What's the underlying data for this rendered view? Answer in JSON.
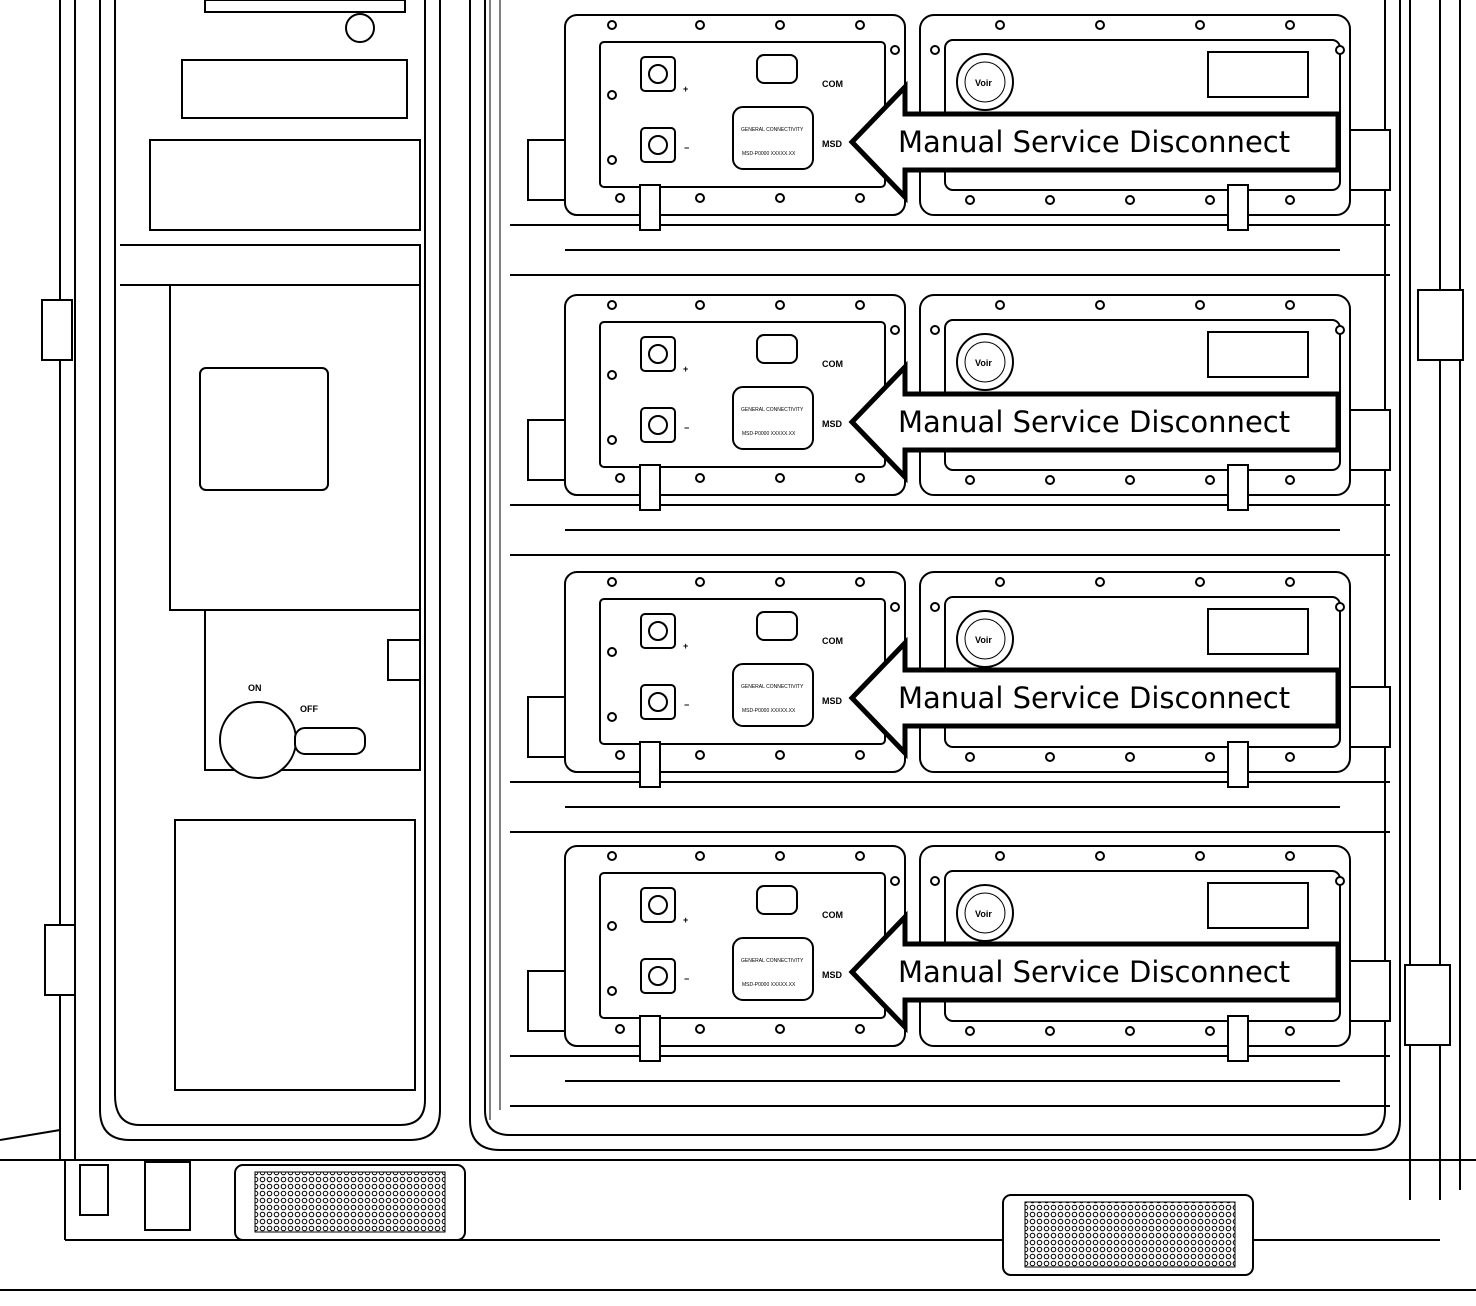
{
  "callout_label": "Manual Service Disconnect",
  "module_labels": {
    "plus": "+",
    "minus": "−",
    "com": "COM",
    "msd": "MSD",
    "msd_brand": "GENERAL CONNECTIVITY",
    "msd_part": "MSD-P0000 XXXXX.XX",
    "logo": "Voir"
  },
  "module_count": 4,
  "switch": {
    "on_label": "ON",
    "off_label": "OFF"
  },
  "colors": {
    "line": "#000000",
    "background": "#ffffff"
  }
}
